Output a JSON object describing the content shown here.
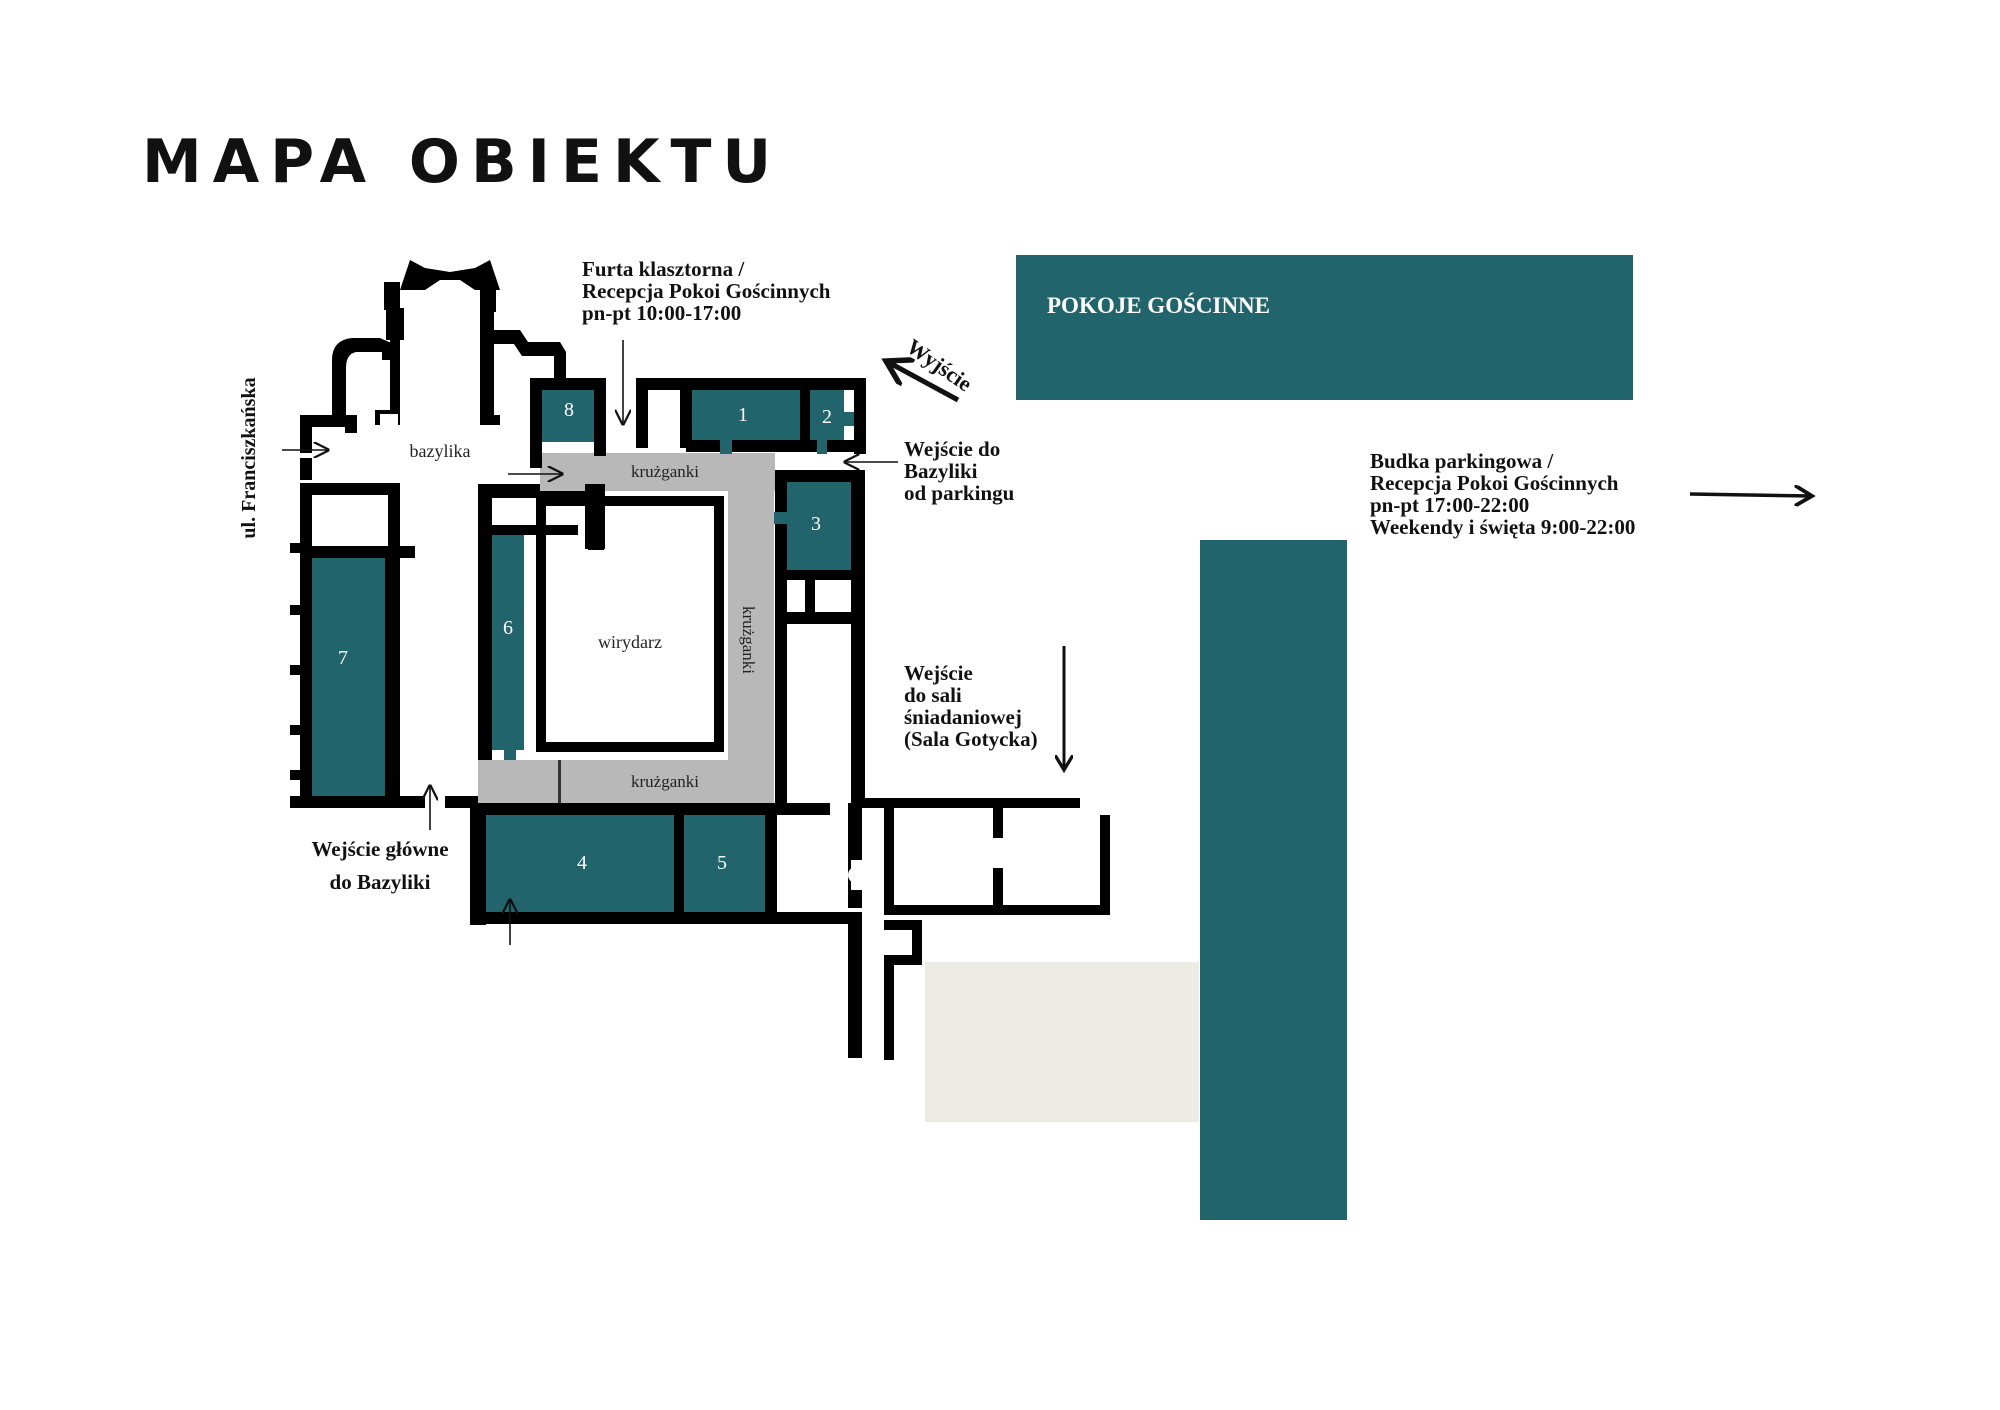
{
  "title": "MAPA OBIEKTU",
  "colors": {
    "teal": "#21646c",
    "wall": "#000000",
    "corridor": "#b8b8b8",
    "courtyard_tan": "#ecece4",
    "background": "#ffffff"
  },
  "street": "ul. Franciszkańska",
  "areas": {
    "basilica": "bazylika",
    "courtyard": "wirydarz",
    "cloister_top": "krużganki",
    "cloister_right": "krużganki",
    "cloister_bottom": "krużganki"
  },
  "rooms": [
    "1",
    "2",
    "3",
    "4",
    "5",
    "6",
    "7",
    "8"
  ],
  "guest_rooms": "POKOJE GOŚCINNE",
  "reception": {
    "line1": "Furta klasztorna /",
    "line2": "Recepcja Pokoi Gościnnych",
    "line3": "pn-pt 10:00-17:00"
  },
  "exit_label": "Wyjście",
  "parking_entrance": {
    "line1": "Wejście do",
    "line2": "Bazyliki",
    "line3": "od parkingu"
  },
  "parking_booth": {
    "line1": "Budka parkingowa /",
    "line2": "Recepcja Pokoi Gościnnych",
    "line3": "pn-pt 17:00-22:00",
    "line4": "Weekendy i święta 9:00-22:00"
  },
  "breakfast_entrance": {
    "line1": "Wejście",
    "line2": "do sali",
    "line3": "śniadaniowej",
    "line4": "(Sala Gotycka)"
  },
  "main_entrance": {
    "line1": "Wejście główne",
    "line2": "do Bazyliki"
  }
}
